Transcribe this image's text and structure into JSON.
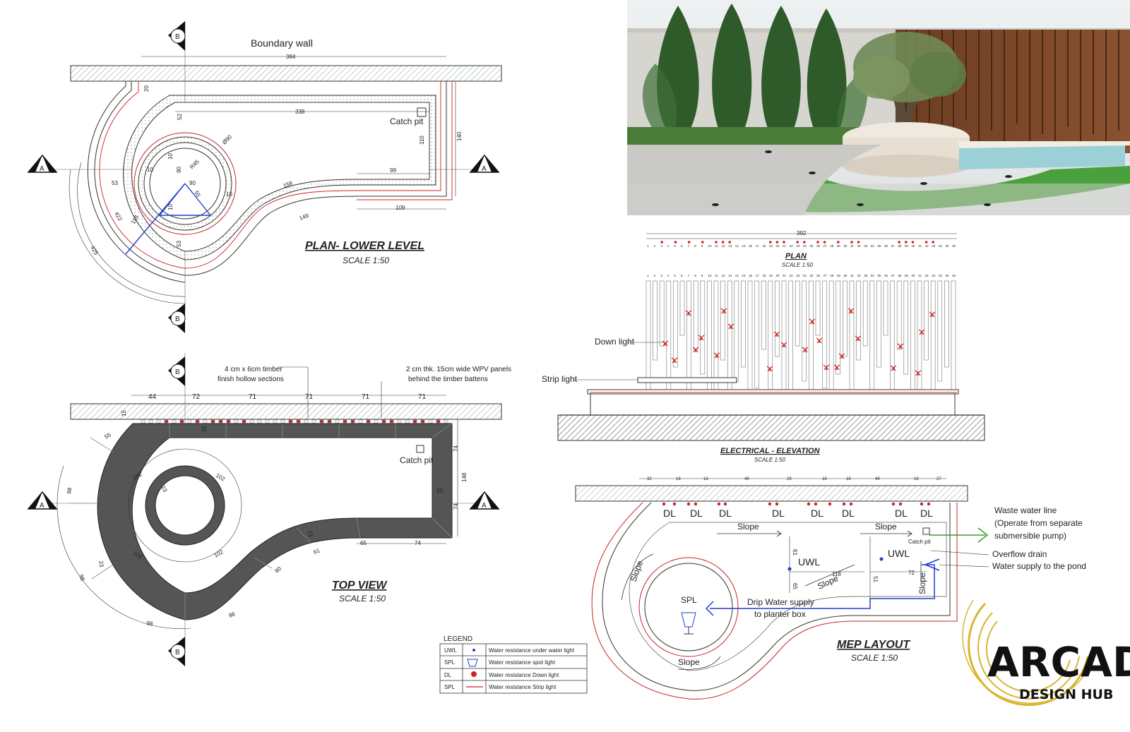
{
  "plan_lower": {
    "title": "PLAN- LOWER LEVEL",
    "scale": "SCALE 1:50",
    "boundary_wall": "Boundary wall",
    "catch_pit": "Catch pit",
    "section_a": "A",
    "section_b": "B",
    "dims": {
      "d384": "384",
      "d20": "20",
      "d338": "338",
      "d52": "52",
      "d140": "140",
      "d110": "110",
      "d10a": "10",
      "d890": "Ø90",
      "d90a": "90",
      "d10b": "10",
      "d45": "R45",
      "d90b": "90",
      "d53a": "53",
      "d10c": "10",
      "d55": "55",
      "d10d": "10",
      "d158": "158",
      "d99": "99",
      "d109": "109",
      "d149": "149",
      "d422": "422",
      "d118": "118",
      "d425": "425",
      "d53b": "53"
    }
  },
  "top_view": {
    "title": "TOP VIEW",
    "scale": "SCALE 1:50",
    "timber_note": [
      "4 cm x 6cm timber",
      "finish hollow sections"
    ],
    "wpv_note": [
      "2 cm thk. 15cm wide WPV panels",
      "behind the timber battens"
    ],
    "catch_pit": "Catch pit",
    "dims": {
      "d44": "44",
      "d72": "72",
      "d71a": "71",
      "d71b": "71",
      "d71c": "71",
      "d71d": "71",
      "d15": "15",
      "d55": "55",
      "d25": "25",
      "d74a": "74",
      "d148": "148",
      "d23a": "23",
      "d74b": "74",
      "d102a": "102",
      "d23b": "23",
      "d102b": "102",
      "d98a": "98",
      "d102c": "102",
      "d102d": "102",
      "d23c": "23",
      "d65": "65",
      "d74c": "74",
      "d61": "61",
      "d23d": "23",
      "d60": "60",
      "d98b": "98",
      "d98c": "98",
      "d98d": "98"
    }
  },
  "elec_plan": {
    "title": "PLAN",
    "scale": "SCALE 1:50",
    "width_dim": "392",
    "batten_numbers": [
      "1",
      "2",
      "3",
      "4",
      "5",
      "6",
      "7",
      "8",
      "9",
      "10",
      "11",
      "12",
      "13",
      "14",
      "15",
      "16",
      "17",
      "18",
      "19",
      "20",
      "21",
      "22",
      "23",
      "24",
      "25",
      "26",
      "27",
      "28",
      "29",
      "30",
      "31",
      "32",
      "33",
      "34",
      "35",
      "36",
      "37",
      "38",
      "39",
      "40",
      "41",
      "42",
      "43",
      "44",
      "45",
      "46"
    ],
    "lit_battens": [
      3,
      5,
      7,
      9,
      11,
      12,
      13,
      19,
      20,
      21,
      23,
      24,
      26,
      27,
      29,
      31,
      32,
      38,
      39,
      40,
      42,
      43
    ]
  },
  "elevation": {
    "title": "ELECTRICAL - ELEVATION",
    "scale": "SCALE 1:50",
    "down_light": "Down light",
    "strip_light": "Strip light",
    "batten_numbers": [
      "1",
      "2",
      "3",
      "4",
      "5",
      "6",
      "7",
      "8",
      "9",
      "10",
      "11",
      "12",
      "13",
      "14",
      "15",
      "16",
      "17",
      "18",
      "19",
      "20",
      "21",
      "22",
      "23",
      "24",
      "25",
      "26",
      "27",
      "28",
      "29",
      "30",
      "31",
      "32",
      "33",
      "34",
      "35",
      "36",
      "37",
      "38",
      "39",
      "40",
      "41",
      "42",
      "43",
      "44",
      "45",
      "46"
    ]
  },
  "mep": {
    "title": "MEP LAYOUT",
    "scale": "SCALE 1:50",
    "dims": [
      "32",
      "18",
      "18",
      "49",
      "29",
      "18",
      "18",
      "49",
      "18",
      "27"
    ],
    "dl": "DL",
    "slope": "Slope",
    "uwl": "UWL",
    "spl": "SPL",
    "catch_pit": "Catch pit",
    "d61": "61",
    "d118": "118",
    "d72": "72",
    "d65": "65",
    "d51": "51",
    "waste_water": [
      "Waste water line",
      "(Operate from separate",
      "submersible pump)"
    ],
    "overflow": "Overflow drain",
    "water_supply": "Water supply to the pond",
    "drip": [
      "Drip Water supply",
      "to planter box"
    ]
  },
  "legend": {
    "title": "LEGEND",
    "rows": [
      {
        "code": "UWL",
        "text": "Water resistance under water light"
      },
      {
        "code": "SPL",
        "text": "Water resistance spot light"
      },
      {
        "code": "DL",
        "text": "Water resistance Down light"
      },
      {
        "code": "SPL",
        "text": "Water resistance Strip light"
      }
    ]
  },
  "brand": {
    "name": "ARCADIA",
    "sub": "DESIGN HUB",
    "gold": "#d9b531"
  },
  "colors": {
    "line": "#333333",
    "red": "#cc2222",
    "blue": "#1f3fcc",
    "green": "#3a9a2a",
    "paving": "#555555"
  }
}
